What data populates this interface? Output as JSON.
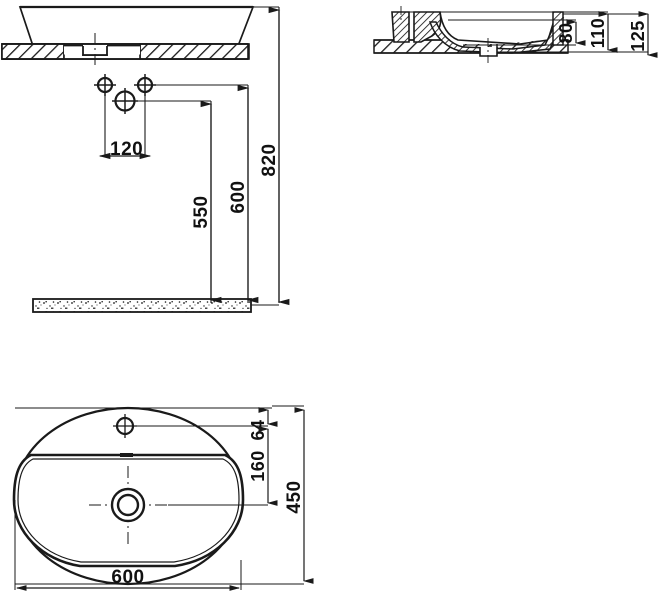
{
  "drawing": {
    "type": "technical-drawing",
    "subject": "oval countertop washbasin",
    "background_color": "#ffffff",
    "line_color": "#1a1a1a",
    "units": "mm"
  },
  "views": {
    "front_elevation": {
      "name": "front elevation with installation heights",
      "parts": {
        "basin": "basin-outline",
        "countertop": "countertop-hatched-slab",
        "floor": "floor-speckled-slab",
        "cutout": "countertop-cutout"
      },
      "connection_points": [
        {
          "name": "hot-water-point",
          "label": "crosshair-target-icon"
        },
        {
          "name": "drain-point",
          "label": "crosshair-target-icon"
        },
        {
          "name": "cold-water-point",
          "label": "crosshair-target-icon"
        }
      ]
    },
    "side_section": {
      "name": "right side section",
      "parts": {
        "basin": "basin-section-hatched",
        "countertop": "countertop-hatched-slab"
      }
    },
    "plan": {
      "name": "plan view",
      "parts": {
        "rim": "oval-rim-outline",
        "bowl": "inner-bowl-outline",
        "drain": "drain-hole",
        "tap_hole": "tap-hole",
        "overflow": "overflow-slot"
      }
    }
  },
  "dimensions": {
    "front_elevation": [
      {
        "id": "d120",
        "value": "120",
        "orientation": "horizontal",
        "meaning": "spacing between water supply points"
      },
      {
        "id": "d550",
        "value": "550",
        "orientation": "vertical",
        "meaning": "drain connection height from floor"
      },
      {
        "id": "d600",
        "value": "600",
        "orientation": "vertical",
        "meaning": "water supply point height from floor"
      },
      {
        "id": "d820",
        "value": "820",
        "orientation": "vertical",
        "meaning": "countertop height from floor"
      }
    ],
    "side_section": [
      {
        "id": "d80",
        "value": "80",
        "orientation": "vertical",
        "meaning": "bowl depth"
      },
      {
        "id": "d110",
        "value": "110",
        "orientation": "vertical",
        "meaning": "basin height above countertop"
      },
      {
        "id": "d125",
        "value": "125",
        "orientation": "vertical",
        "meaning": "overall height"
      }
    ],
    "plan": [
      {
        "id": "d64",
        "value": "64",
        "orientation": "vertical",
        "meaning": "tap hole offset from rim"
      },
      {
        "id": "d160",
        "value": "160",
        "orientation": "vertical",
        "meaning": "tap hole to drain centre"
      },
      {
        "id": "d450",
        "value": "450",
        "orientation": "vertical",
        "meaning": "overall depth"
      },
      {
        "id": "d600p",
        "value": "600",
        "orientation": "horizontal",
        "meaning": "overall width"
      }
    ]
  }
}
